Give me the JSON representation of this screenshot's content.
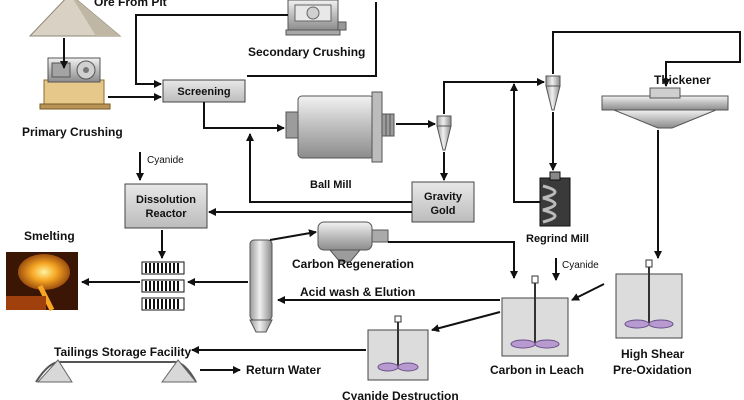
{
  "labels": {
    "ore_from_pit": "Ore From Pit",
    "secondary_crushing": "Secondary Crushing",
    "primary_crushing": "Primary Crushing",
    "screening": "Screening",
    "ball_mill": "Ball Mill",
    "thickener": "Thickener",
    "cyanide_top": "Cyanide",
    "dissolution_1": "Dissolution",
    "dissolution_2": "Reactor",
    "gravity_1": "Gravity",
    "gravity_2": "Gold",
    "regrind_mill": "Regrind Mill",
    "smelting": "Smelting",
    "carbon_regeneration": "Carbon Regeneration",
    "cyanide_leach": "Cyanide",
    "acid_wash": "Acid wash & Elution",
    "carbon_in_leach": "Carbon in Leach",
    "high_shear_1": "High Shear",
    "high_shear_2": "Pre-Oxidation",
    "tailings": "Tailings Storage Facility",
    "return_water": "Return Water",
    "cyanide_destruction": "Cyanide Destruction"
  },
  "colors": {
    "arrow": "#111111",
    "process_box": "#d4d4d4",
    "equipment_metal": "#c8c8c8",
    "ore_pile": "#d9d2c4",
    "crusher_base": "#e6c98a",
    "tank_fill": "#d9d9d9",
    "impeller": "#b79bd0",
    "smelting_glow": "#f0a020"
  }
}
